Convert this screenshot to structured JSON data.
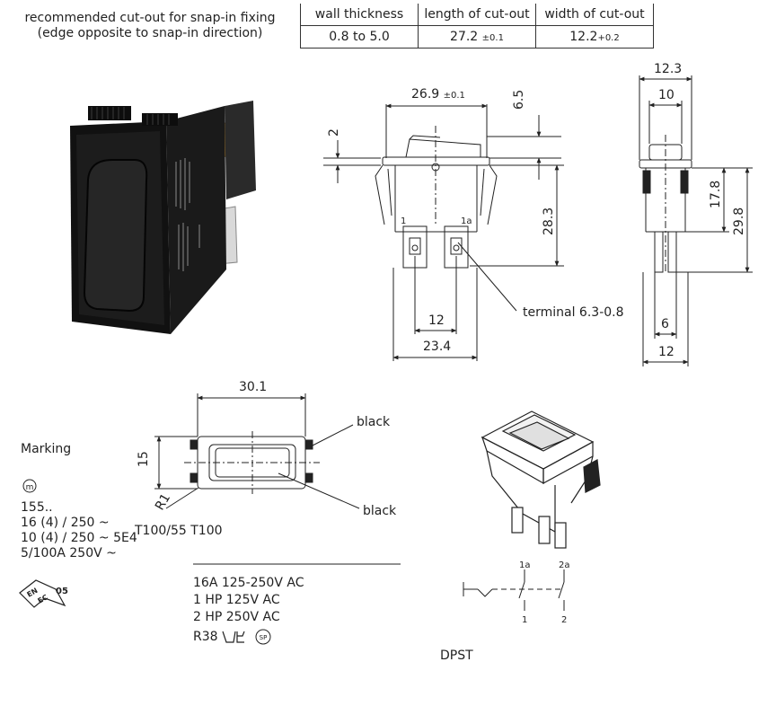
{
  "spec_table": {
    "label_line1": "recommended cut-out for snap-in fixing",
    "label_line2": "(edge opposite to snap-in direction)",
    "headers": [
      "wall thickness",
      "length of cut-out",
      "width of cut-out"
    ],
    "values": [
      {
        "main": "0.8 to 5.0",
        "tol": ""
      },
      {
        "main": "27.2",
        "tol": "±0.1"
      },
      {
        "main": "12.2",
        "tol": "+0.2"
      }
    ]
  },
  "front_view": {
    "dim_width": "26.9",
    "dim_width_tol": "±0.1",
    "dim_top": "6.5",
    "dim_left": "2",
    "dim_height": "28.3",
    "dim_terminal_spacing": "12",
    "dim_overall": "23.4",
    "terminal_left": "1",
    "terminal_right": "1a",
    "terminal_note": "terminal 6.3-0.8"
  },
  "side_view": {
    "dim_top_outer": "12.3",
    "dim_top_inner": "10",
    "dim_mid": "17.8",
    "dim_total": "29.8",
    "dim_bottom_inner": "6",
    "dim_bottom_outer": "12"
  },
  "top_view": {
    "dim_width": "30.1",
    "dim_height": "15",
    "radius": "R1",
    "callout_top": "black",
    "callout_bottom": "black"
  },
  "marking": {
    "title": "Marking",
    "lines": [
      "155..",
      "16 (4) / 250 ~",
      "10 (4) / 250 ~ 5E4",
      "5/100A 250V ~"
    ],
    "enec_code": "05",
    "standard": "T100/55 T100"
  },
  "ratings": {
    "lines": [
      "16A 125-250V AC",
      "1 HP 125V AC",
      "2 HP 250V AC"
    ],
    "approval": "R38"
  },
  "schematic": {
    "label": "DPST",
    "top_terminals": [
      "1a",
      "2a"
    ],
    "bottom_terminals": [
      "1",
      "2"
    ]
  }
}
